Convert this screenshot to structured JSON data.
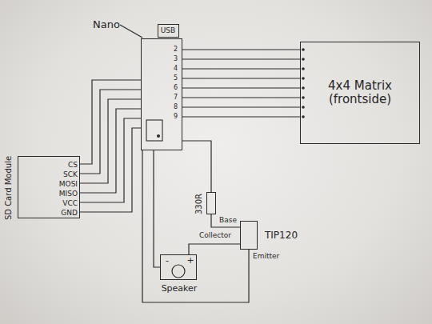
{
  "diagram": {
    "nodes": [
      {
        "text": [
          "Nano"
        ]
      },
      {
        "text": [
          "USB"
        ]
      },
      {
        "text": [
          "4x4 Matrix (frontside)"
        ]
      },
      {
        "text": [
          "SD Card Module",
          "CS",
          "SCK",
          "MOSI",
          "MISO",
          "VCC",
          "GND"
        ]
      },
      {
        "text": [
          "330R"
        ]
      },
      {
        "text": [
          "TIP120"
        ]
      },
      {
        "text": [
          "Speaker"
        ]
      }
    ],
    "edges": [
      {
        "from": 0,
        "to": 2,
        "arrow": "none"
      },
      {
        "from": 0,
        "to": 2,
        "arrow": "none"
      },
      {
        "from": 0,
        "to": 2,
        "arrow": "none"
      },
      {
        "from": 0,
        "to": 2,
        "arrow": "none"
      },
      {
        "from": 0,
        "to": 2,
        "arrow": "none"
      },
      {
        "from": 0,
        "to": 2,
        "arrow": "none"
      },
      {
        "from": 0,
        "to": 2,
        "arrow": "none"
      },
      {
        "from": 0,
        "to": 2,
        "arrow": "none"
      },
      {
        "from": 3,
        "to": 0,
        "arrow": "none"
      },
      {
        "from": 3,
        "to": 0,
        "arrow": "none"
      },
      {
        "from": 3,
        "to": 0,
        "arrow": "none"
      },
      {
        "from": 3,
        "to": 0,
        "arrow": "none"
      },
      {
        "from": 3,
        "to": 0,
        "arrow": "none"
      },
      {
        "from": 3,
        "to": 0,
        "arrow": "none"
      },
      {
        "from": 0,
        "to": 4,
        "arrow": "none"
      },
      {
        "from": 4,
        "to": 5,
        "arrow": "none"
      },
      {
        "from": 5,
        "to": 6,
        "arrow": "none"
      },
      {
        "from": 0,
        "to": 6,
        "arrow": "none"
      },
      {
        "from": 5,
        "to": 0,
        "arrow": "none"
      }
    ],
    "labels": [
      "2",
      "3",
      "4",
      "5",
      "6",
      "7",
      "8",
      "9",
      "-",
      "+",
      "Base",
      "Collector",
      "Emitter"
    ]
  }
}
